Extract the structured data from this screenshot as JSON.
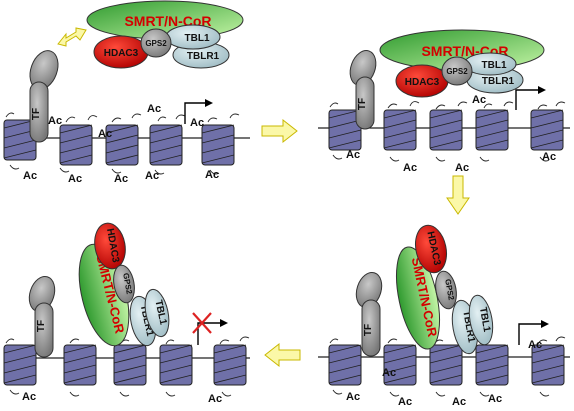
{
  "labels": {
    "smrt": "SMRT/N-CoR",
    "hdac3": "HDAC3",
    "gps2": "GPS2",
    "tbl1": "TBL1",
    "tblr1": "TBLR1",
    "tf": "TF",
    "ac": "Ac"
  },
  "colors": {
    "smrt_gradient": [
      "#2f9a2f",
      "#bff2a0"
    ],
    "smrt_text": "#d40000",
    "hdac3_fill": "#dd1111",
    "gps2_fill": "#8a8a8a",
    "tbl_fill": "#b7cfd6",
    "tf_fill": "#9a9a9a",
    "nucleosome_fill": "#6f70a8",
    "arrow_fill": "#fbf8a8",
    "arrow_stroke": "#c9b800",
    "block_x": "#dd2222"
  },
  "panels": [
    {
      "id": "panel-1",
      "state": "corepressor-free"
    },
    {
      "id": "panel-2",
      "state": "corepressor-binding"
    },
    {
      "id": "panel-3",
      "state": "deacetylation-in-progress"
    },
    {
      "id": "panel-4",
      "state": "repressed"
    }
  ],
  "transitions": [
    {
      "from": "panel-1",
      "to": "panel-2",
      "direction": "right"
    },
    {
      "from": "panel-2",
      "to": "panel-3",
      "direction": "down"
    },
    {
      "from": "panel-3",
      "to": "panel-4",
      "direction": "left"
    }
  ]
}
